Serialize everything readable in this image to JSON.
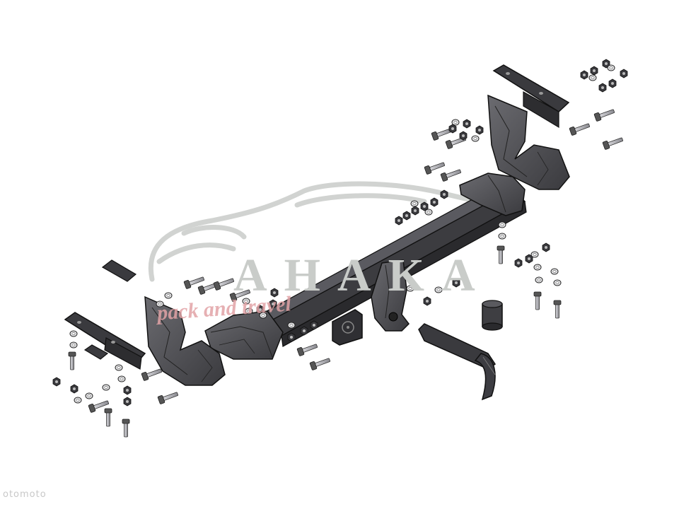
{
  "watermark": {
    "brand": "AHAKA",
    "tagline": "pack and travel",
    "logo_color": "#c9ccc9",
    "tagline_color": "#e2a3a6"
  },
  "corner_mark": "otomoto",
  "colors": {
    "metal": "#4a4a4e",
    "metal_dark": "#2b2b2e",
    "metal_light": "#6b6b70",
    "hardware": "#9a9aa0",
    "outline": "#111111"
  }
}
